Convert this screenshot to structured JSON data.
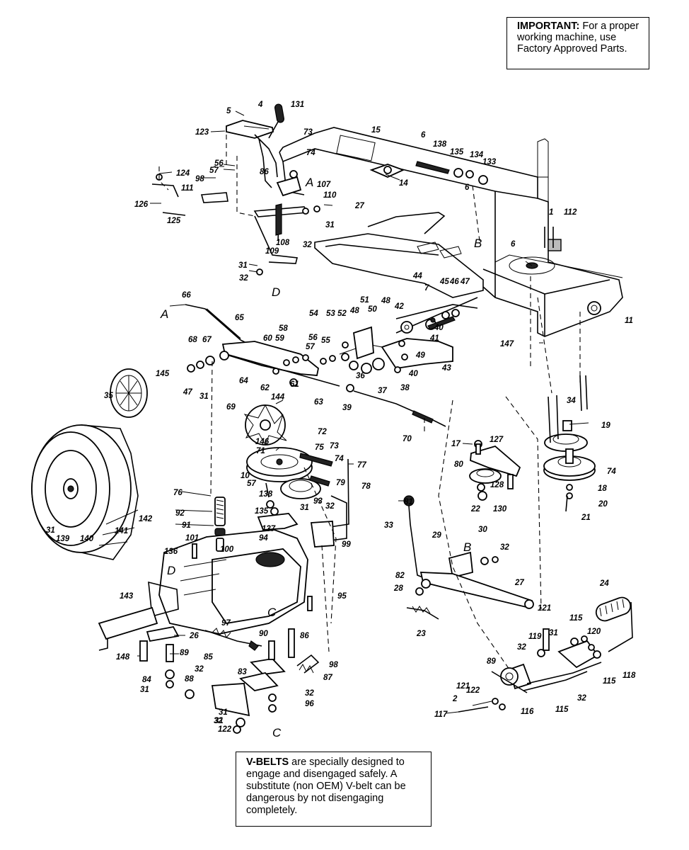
{
  "notices": {
    "important": {
      "heading": "IMPORTANT:",
      "text": " For a proper working machine, use Factory Approved Parts."
    },
    "vbelts": {
      "heading": "V-BELTS",
      "text": " are specially designed to engage and disengaged safely. A substitute (non OEM) V-belt can be dangerous by not disengaging completely."
    }
  },
  "callouts": [
    {
      "id": "c5",
      "text": "5"
    },
    {
      "id": "c4",
      "text": "4"
    },
    {
      "id": "c131",
      "text": "131"
    },
    {
      "id": "c123",
      "text": "123"
    },
    {
      "id": "c73",
      "text": "73"
    },
    {
      "id": "c74a",
      "text": "74"
    },
    {
      "id": "c56a",
      "text": "56"
    },
    {
      "id": "c57a",
      "text": "57"
    },
    {
      "id": "c86a",
      "text": "86"
    },
    {
      "id": "c124",
      "text": "124"
    },
    {
      "id": "c98a",
      "text": "98"
    },
    {
      "id": "c107",
      "text": "107"
    },
    {
      "id": "c110",
      "text": "110"
    },
    {
      "id": "c27a",
      "text": "27"
    },
    {
      "id": "c111",
      "text": "111"
    },
    {
      "id": "c126",
      "text": "126"
    },
    {
      "id": "c125",
      "text": "125"
    },
    {
      "id": "c31a",
      "text": "31"
    },
    {
      "id": "c32a",
      "text": "32"
    },
    {
      "id": "c108",
      "text": "108"
    },
    {
      "id": "c109",
      "text": "109"
    },
    {
      "id": "c31b",
      "text": "31"
    },
    {
      "id": "c32b",
      "text": "32"
    },
    {
      "id": "c15",
      "text": "15"
    },
    {
      "id": "c6a",
      "text": "6"
    },
    {
      "id": "c14",
      "text": "14"
    },
    {
      "id": "c138a",
      "text": "138"
    },
    {
      "id": "c135a",
      "text": "135"
    },
    {
      "id": "c134",
      "text": "134"
    },
    {
      "id": "c133",
      "text": "133"
    },
    {
      "id": "c6b",
      "text": "6"
    },
    {
      "id": "c1",
      "text": "1"
    },
    {
      "id": "c112",
      "text": "112"
    },
    {
      "id": "c6c",
      "text": "6"
    },
    {
      "id": "c11",
      "text": "11"
    },
    {
      "id": "c66",
      "text": "66"
    },
    {
      "id": "c65",
      "text": "65"
    },
    {
      "id": "c68",
      "text": "68"
    },
    {
      "id": "c67",
      "text": "67"
    },
    {
      "id": "c60",
      "text": "60"
    },
    {
      "id": "c59",
      "text": "59"
    },
    {
      "id": "c58",
      "text": "58"
    },
    {
      "id": "c56b",
      "text": "56"
    },
    {
      "id": "c57b",
      "text": "57"
    },
    {
      "id": "c55",
      "text": "55"
    },
    {
      "id": "c54",
      "text": "54"
    },
    {
      "id": "c53",
      "text": "53"
    },
    {
      "id": "c52",
      "text": "52"
    },
    {
      "id": "c48a",
      "text": "48"
    },
    {
      "id": "c51",
      "text": "51"
    },
    {
      "id": "c50",
      "text": "50"
    },
    {
      "id": "c48b",
      "text": "48"
    },
    {
      "id": "c44",
      "text": "44"
    },
    {
      "id": "c7",
      "text": "7"
    },
    {
      "id": "c45",
      "text": "45"
    },
    {
      "id": "c46",
      "text": "46"
    },
    {
      "id": "c47a",
      "text": "47"
    },
    {
      "id": "c42",
      "text": "42"
    },
    {
      "id": "c40a",
      "text": "40"
    },
    {
      "id": "c41",
      "text": "41"
    },
    {
      "id": "c49",
      "text": "49"
    },
    {
      "id": "c40b",
      "text": "40"
    },
    {
      "id": "c43",
      "text": "43"
    },
    {
      "id": "c147",
      "text": "147"
    },
    {
      "id": "c47b",
      "text": "47"
    },
    {
      "id": "c31c",
      "text": "31"
    },
    {
      "id": "c64",
      "text": "64"
    },
    {
      "id": "c62",
      "text": "62"
    },
    {
      "id": "c61",
      "text": "61"
    },
    {
      "id": "c63",
      "text": "63"
    },
    {
      "id": "c36",
      "text": "36"
    },
    {
      "id": "c37",
      "text": "37"
    },
    {
      "id": "c38",
      "text": "38"
    },
    {
      "id": "c39",
      "text": "39"
    },
    {
      "id": "c35",
      "text": "35"
    },
    {
      "id": "c145",
      "text": "145"
    },
    {
      "id": "c144",
      "text": "144"
    },
    {
      "id": "c69",
      "text": "69"
    },
    {
      "id": "c70",
      "text": "70"
    },
    {
      "id": "c34",
      "text": "34"
    },
    {
      "id": "c19",
      "text": "19"
    },
    {
      "id": "c17",
      "text": "17"
    },
    {
      "id": "c127",
      "text": "127"
    },
    {
      "id": "c146",
      "text": "146"
    },
    {
      "id": "c71",
      "text": "71"
    },
    {
      "id": "c72",
      "text": "72"
    },
    {
      "id": "c75",
      "text": "75"
    },
    {
      "id": "c73b",
      "text": "73"
    },
    {
      "id": "c74b",
      "text": "74"
    },
    {
      "id": "c77",
      "text": "77"
    },
    {
      "id": "c79",
      "text": "79"
    },
    {
      "id": "c78",
      "text": "78"
    },
    {
      "id": "c80",
      "text": "80"
    },
    {
      "id": "c128",
      "text": "128"
    },
    {
      "id": "c74c",
      "text": "74"
    },
    {
      "id": "c18",
      "text": "18"
    },
    {
      "id": "c20",
      "text": "20"
    },
    {
      "id": "c21",
      "text": "21"
    },
    {
      "id": "c22",
      "text": "22"
    },
    {
      "id": "c130",
      "text": "130"
    },
    {
      "id": "c10",
      "text": "10"
    },
    {
      "id": "c57c",
      "text": "57"
    },
    {
      "id": "c76",
      "text": "76"
    },
    {
      "id": "c138b",
      "text": "138"
    },
    {
      "id": "c92",
      "text": "92"
    },
    {
      "id": "c135b",
      "text": "135"
    },
    {
      "id": "c93",
      "text": "93"
    },
    {
      "id": "c32c",
      "text": "32"
    },
    {
      "id": "c31d",
      "text": "31"
    },
    {
      "id": "c91",
      "text": "91"
    },
    {
      "id": "c137",
      "text": "137"
    },
    {
      "id": "c94",
      "text": "94"
    },
    {
      "id": "c100",
      "text": "100"
    },
    {
      "id": "c136",
      "text": "136"
    },
    {
      "id": "c101",
      "text": "101"
    },
    {
      "id": "c99",
      "text": "99"
    },
    {
      "id": "c81",
      "text": "81"
    },
    {
      "id": "c33",
      "text": "33"
    },
    {
      "id": "c29",
      "text": "29"
    },
    {
      "id": "c30",
      "text": "30"
    },
    {
      "id": "c32d",
      "text": "32"
    },
    {
      "id": "c31e",
      "text": "31"
    },
    {
      "id": "c139",
      "text": "139"
    },
    {
      "id": "c140",
      "text": "140"
    },
    {
      "id": "c141",
      "text": "141"
    },
    {
      "id": "c142",
      "text": "142"
    },
    {
      "id": "c143",
      "text": "143"
    },
    {
      "id": "c95",
      "text": "95"
    },
    {
      "id": "c82",
      "text": "82"
    },
    {
      "id": "c28",
      "text": "28"
    },
    {
      "id": "c27b",
      "text": "27"
    },
    {
      "id": "c24",
      "text": "24"
    },
    {
      "id": "c23",
      "text": "23"
    },
    {
      "id": "c26",
      "text": "26"
    },
    {
      "id": "c97",
      "text": "97"
    },
    {
      "id": "c90",
      "text": "90"
    },
    {
      "id": "c86b",
      "text": "86"
    },
    {
      "id": "c85",
      "text": "85"
    },
    {
      "id": "c89a",
      "text": "89"
    },
    {
      "id": "c148",
      "text": "148"
    },
    {
      "id": "c98b",
      "text": "98"
    },
    {
      "id": "c83",
      "text": "83"
    },
    {
      "id": "c87",
      "text": "87"
    },
    {
      "id": "c84",
      "text": "84"
    },
    {
      "id": "c31f",
      "text": "31"
    },
    {
      "id": "c32e",
      "text": "32"
    },
    {
      "id": "c96",
      "text": "96"
    },
    {
      "id": "c88",
      "text": "88"
    },
    {
      "id": "c32f",
      "text": "32"
    },
    {
      "id": "c31g",
      "text": "31"
    },
    {
      "id": "c31h",
      "text": "31"
    },
    {
      "id": "c32g",
      "text": "32"
    },
    {
      "id": "c122a",
      "text": "122"
    },
    {
      "id": "c121a",
      "text": "121"
    },
    {
      "id": "c115a",
      "text": "115"
    },
    {
      "id": "c120",
      "text": "120"
    },
    {
      "id": "c119",
      "text": "119"
    },
    {
      "id": "c32h",
      "text": "32"
    },
    {
      "id": "c31i",
      "text": "31"
    },
    {
      "id": "c115b",
      "text": "115"
    },
    {
      "id": "c32i",
      "text": "32"
    },
    {
      "id": "c118",
      "text": "118"
    },
    {
      "id": "c89b",
      "text": "89"
    },
    {
      "id": "c121b",
      "text": "121"
    },
    {
      "id": "c122b",
      "text": "122"
    },
    {
      "id": "c2",
      "text": "2"
    },
    {
      "id": "c116",
      "text": "116"
    },
    {
      "id": "c115c",
      "text": "115"
    },
    {
      "id": "c117",
      "text": "117"
    }
  ],
  "refs": [
    {
      "id": "rA1",
      "text": "A"
    },
    {
      "id": "rB1",
      "text": "B"
    },
    {
      "id": "rD1",
      "text": "D"
    },
    {
      "id": "rA2",
      "text": "A"
    },
    {
      "id": "rD2",
      "text": "D"
    },
    {
      "id": "rC1",
      "text": "C"
    },
    {
      "id": "rB2",
      "text": "B"
    },
    {
      "id": "rC2",
      "text": "C"
    }
  ]
}
